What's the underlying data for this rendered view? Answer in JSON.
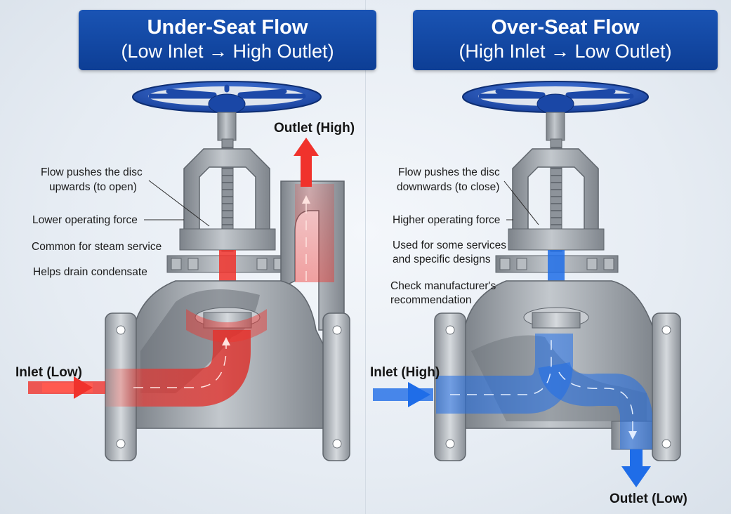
{
  "under": {
    "title": "Under-Seat Flow",
    "subtitle": "(Low Inlet → High Outlet)",
    "notes": [
      "Flow pushes the disc",
      "upwards (to open)",
      "Lower operating force",
      "Common for steam service",
      "Helps drain condensate"
    ],
    "inlet_label": "Inlet (Low)",
    "outlet_label": "Outlet (High)",
    "flow_color": "#f0322c"
  },
  "over": {
    "title": "Over-Seat Flow",
    "subtitle": "(High Inlet → Low Outlet)",
    "notes": [
      "Flow pushes the disc",
      "downwards (to close)",
      "Higher operating force",
      "Used for some services",
      "and specific designs",
      "Check manufacturer's",
      "recommendation"
    ],
    "inlet_label": "Inlet (High)",
    "outlet_label": "Outlet (Low)",
    "flow_color": "#1f6de8"
  },
  "colors": {
    "banner": "#1048a6",
    "handwheel": "#1f4fb5",
    "metal": "#9da3aa"
  }
}
